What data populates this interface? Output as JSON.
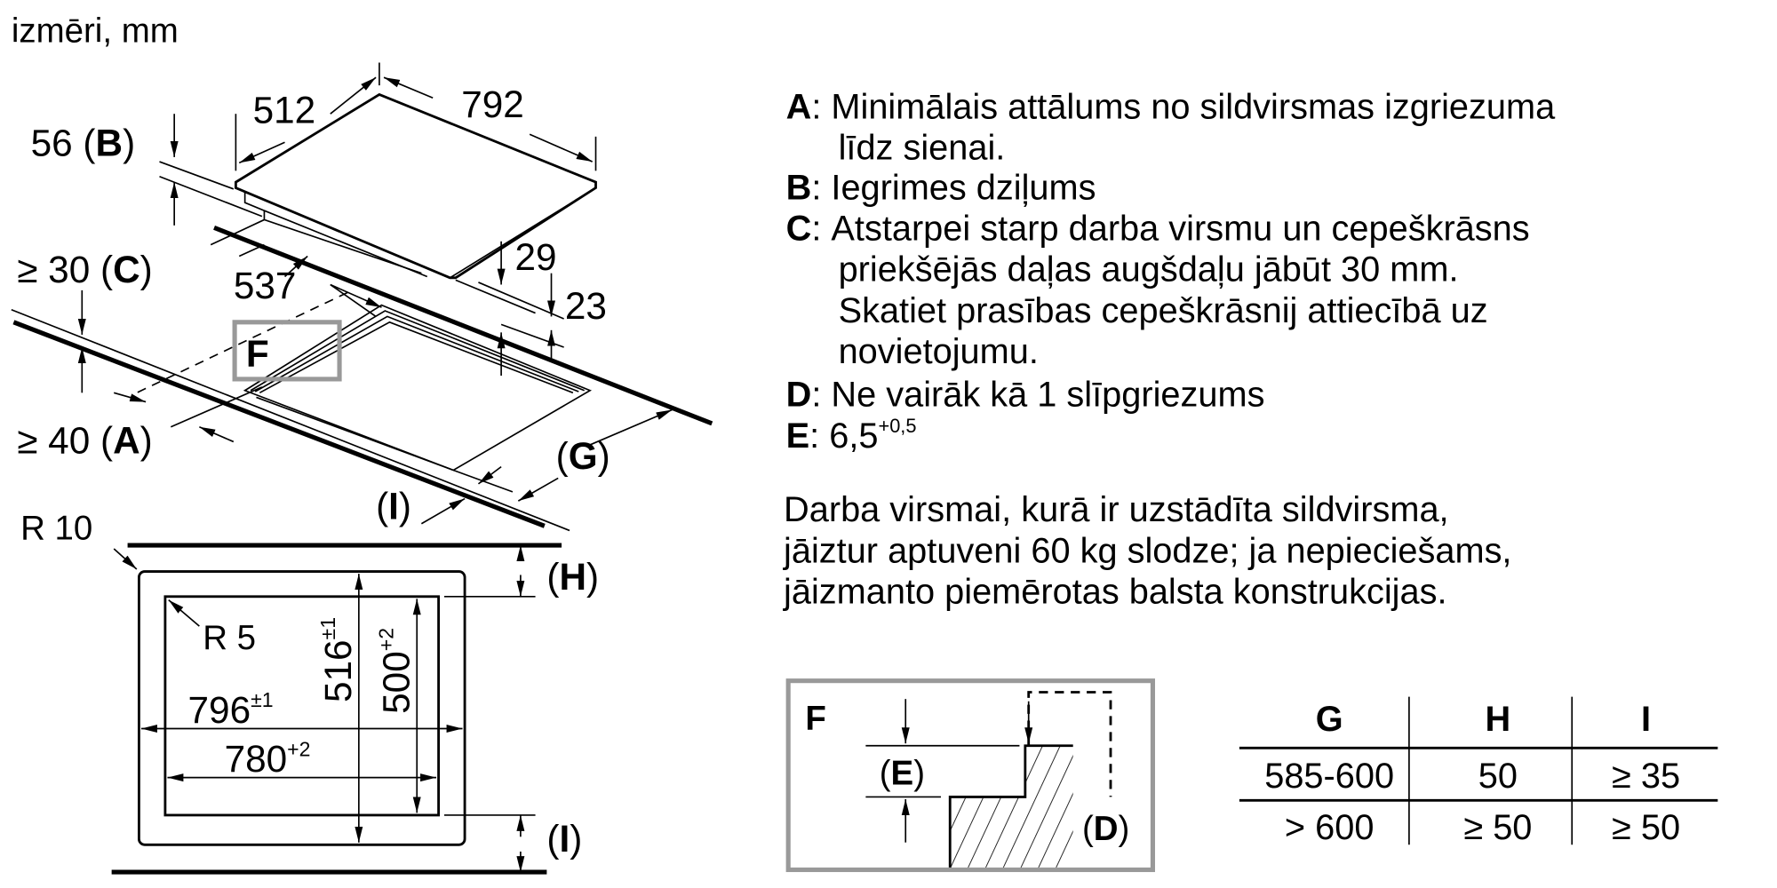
{
  "title": "izmēri, mm",
  "hob_dims": {
    "width_depth": "512",
    "width": "792",
    "depth_b": "56",
    "label_b": "B",
    "gap_c": "≥ 30",
    "label_c": "C",
    "cut_depth": "537",
    "d29": "29",
    "d23": "23",
    "dist_a": "≥ 40",
    "label_a": "A",
    "label_f": "F",
    "label_g": "G",
    "label_i": "I"
  },
  "cutout": {
    "r10": "R 10",
    "r5": "R 5",
    "w796": "796",
    "w796_tol": "±1",
    "w780": "780",
    "w780_tol": "+2",
    "h516": "516",
    "h516_tol": "±1",
    "h500": "500",
    "h500_tol": "+2",
    "label_h": "H",
    "label_i": "I"
  },
  "legend": [
    {
      "key": "A",
      "lines": [
        "Minimālais attālums no sildvirsmas izgriezuma",
        "līdz sienai."
      ]
    },
    {
      "key": "B",
      "lines": [
        "Iegrimes dziļums"
      ]
    },
    {
      "key": "C",
      "lines": [
        "Atstarpei starp darba virsmu un cepeškrāsns",
        "priekšējās daļas augšdaļu jābūt 30 mm.",
        "Skatiet prasības cepeškrāsnij attiecībā uz",
        "novietojumu."
      ]
    },
    {
      "key": "D",
      "lines": [
        "Ne vairāk kā 1 slīpgriezums"
      ]
    },
    {
      "key": "E",
      "lines": [
        "6,5"
      ],
      "sup": "+0,5"
    }
  ],
  "note": [
    "Darba virsmai, kurā ir uzstādīta sildvirsma,",
    "jāiztur aptuveni 60 kg slodze; ja nepieciešams,",
    "jāizmanto piemērotas balsta konstrukcijas."
  ],
  "detail_f": {
    "label": "F",
    "e": "E",
    "d": "D"
  },
  "table": {
    "headers": [
      "G",
      "H",
      "I"
    ],
    "rows": [
      [
        "585-600",
        "50",
        "≥ 35"
      ],
      [
        "> 600",
        "≥ 50",
        "≥ 50"
      ]
    ]
  }
}
